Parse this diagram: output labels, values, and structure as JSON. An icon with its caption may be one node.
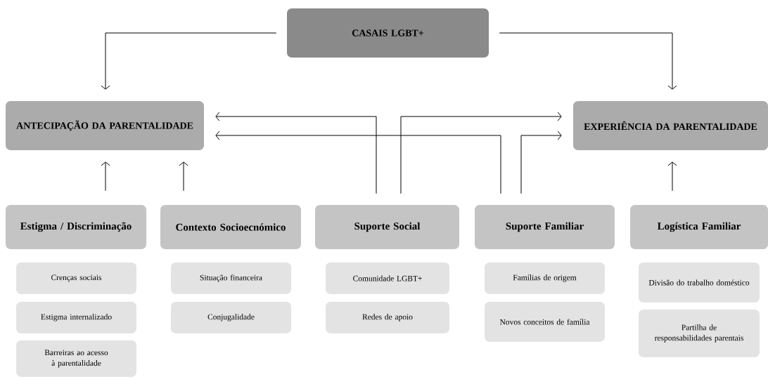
{
  "diagram": {
    "nodes": [
      {
        "text": [
          "CASAIS LGBT+"
        ]
      },
      {
        "text": [
          "ANTECIPAÇÃO DA PARENTALIDADE"
        ]
      },
      {
        "text": [
          "EXPERIÊNCIA DA PARENTALIDADE"
        ]
      },
      {
        "text": [
          "Estigma / Discriminação"
        ]
      },
      {
        "text": [
          "Contexto Socioecnómico"
        ]
      },
      {
        "text": [
          "Suporte Social"
        ]
      },
      {
        "text": [
          "Suporte Familiar"
        ]
      },
      {
        "text": [
          "Logística Familiar"
        ]
      },
      {
        "text": [
          "Crenças sociais"
        ]
      },
      {
        "text": [
          "Estigma internalizado"
        ]
      },
      {
        "text": [
          "Barreiras ao acesso à parentalidade"
        ]
      },
      {
        "text": [
          "Situação financeira"
        ]
      },
      {
        "text": [
          "Conjugalidade"
        ]
      },
      {
        "text": [
          "Comunidade LGBT+"
        ]
      },
      {
        "text": [
          "Redes de apoio"
        ]
      },
      {
        "text": [
          "Famílias de origem"
        ]
      },
      {
        "text": [
          "Novos conceitos de família"
        ]
      },
      {
        "text": [
          "Divisão do trabalho doméstico"
        ]
      },
      {
        "text": [
          "Partilha de responsabilidades parentais"
        ]
      }
    ],
    "edges": [
      {
        "from": 0,
        "to": 1,
        "arrow": "to"
      },
      {
        "from": 0,
        "to": 2,
        "arrow": "to"
      },
      {
        "from": 5,
        "to": 1,
        "arrow": "to"
      },
      {
        "from": 5,
        "to": 2,
        "arrow": "to"
      },
      {
        "from": 6,
        "to": 1,
        "arrow": "to"
      },
      {
        "from": 6,
        "to": 2,
        "arrow": "to"
      },
      {
        "from": 3,
        "to": 1,
        "arrow": "to"
      },
      {
        "from": 4,
        "to": 1,
        "arrow": "to"
      },
      {
        "from": 7,
        "to": 2,
        "arrow": "to"
      }
    ]
  }
}
